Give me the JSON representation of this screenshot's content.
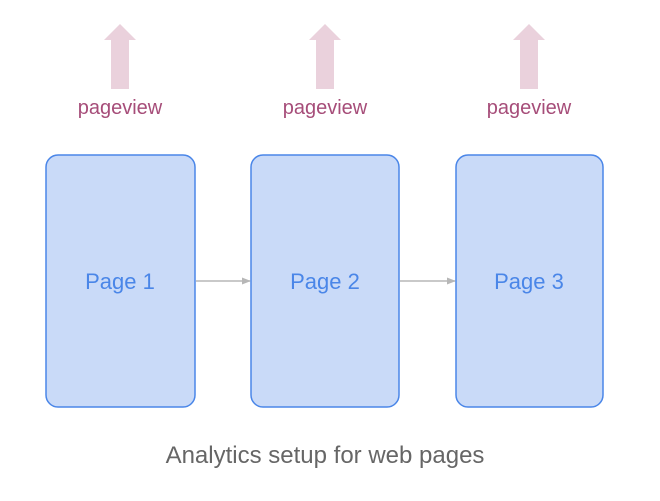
{
  "diagram": {
    "caption": "Analytics setup for web pages",
    "pages": [
      {
        "label": "Page 1",
        "event": "pageview"
      },
      {
        "label": "Page 2",
        "event": "pageview"
      },
      {
        "label": "Page 3",
        "event": "pageview"
      }
    ]
  },
  "colors": {
    "page_fill": "#c9daf8",
    "page_stroke": "#4a86e8",
    "page_text": "#4a86e8",
    "event_arrow": "#ead1dc",
    "event_text": "#a64d79",
    "connector": "#b7b7b7",
    "caption_text": "#666666"
  }
}
